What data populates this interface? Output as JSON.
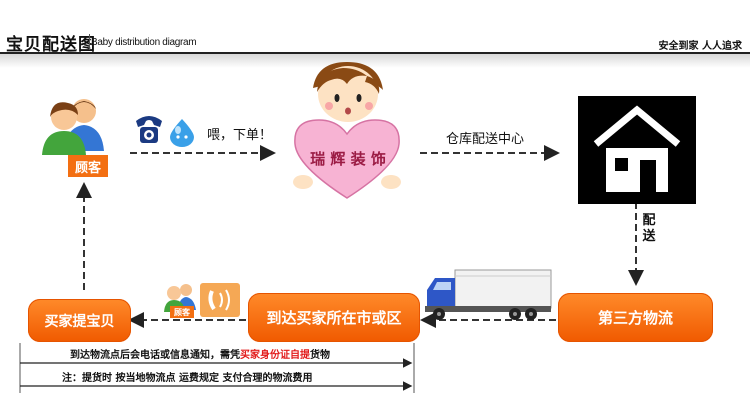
{
  "header": {
    "title": "宝贝配送图",
    "subtitle": "Baby distribution diagram",
    "slogan": "安全到家 人人追求"
  },
  "diagram": {
    "customer_label": "顾客",
    "order_text": "喂，下单！",
    "heart_label": "瑞 辉 装 饰",
    "warehouse_label": "仓库配送中心",
    "delivery_label_1": "配",
    "delivery_label_2": "送",
    "third_party_label": "第三方物流",
    "arrive_label": "到达买家所在市或区",
    "small_customer_label": "顾客",
    "pickup_label": "买家提宝贝",
    "note1_a": "到达物流点后会电话或信息通知，需凭",
    "note1_red": "买家身份证自提",
    "note1_b": "货物",
    "note2": "注：提货时 按当地物流点 运费规定  支付合理的物流费用"
  },
  "colors": {
    "accent": "#f36f12",
    "heart": "#f7b3d3",
    "arrow": "#222222"
  }
}
